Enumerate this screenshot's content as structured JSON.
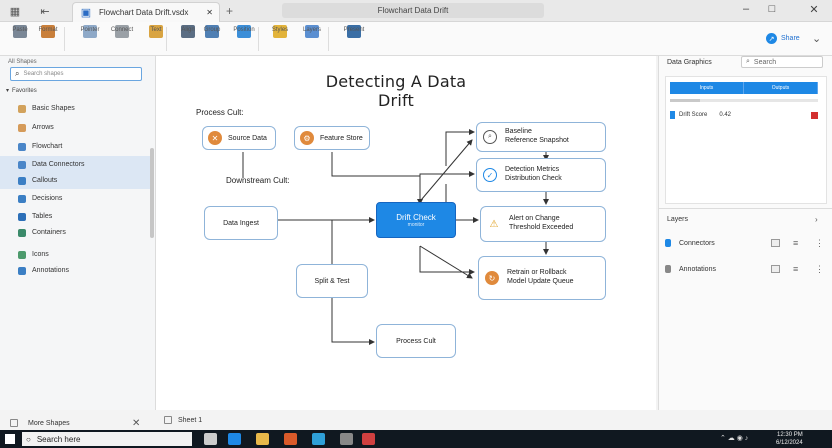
{
  "window": {
    "tab_title": "Flowchart Data Drift.vsdx",
    "center_text": "Flowchart Data Drift",
    "controls": [
      "–",
      "□",
      "✕"
    ]
  },
  "ribbon": {
    "buttons": [
      {
        "label": "Paste",
        "color": "#7a8796"
      },
      {
        "label": "Format",
        "color": "#c97f3a"
      },
      {
        "label": "Pointer",
        "color": "#8ea9c8"
      },
      {
        "label": "Connect",
        "color": "#9aa0a6"
      },
      {
        "label": "Text",
        "color": "#d9a441"
      },
      {
        "label": "Align",
        "color": "#5a6d83"
      },
      {
        "label": "Group",
        "color": "#4f7fb3"
      },
      {
        "label": "Position",
        "color": "#3b8ed8"
      },
      {
        "label": "Styles",
        "color": "#e2b33a"
      },
      {
        "label": "Layers",
        "color": "#5b8fd1"
      },
      {
        "label": "Present",
        "color": "#3a6ea5"
      }
    ],
    "share_label": "Share",
    "more_icon": "chevron-down-icon"
  },
  "sidebar": {
    "header": "All Shapes",
    "search_placeholder": "Search shapes",
    "section": "Favorites",
    "items": [
      {
        "label": "Basic Shapes",
        "color": "#d2a25c",
        "selected": false
      },
      {
        "label": "Arrows",
        "color": "#d59b5a",
        "selected": false
      },
      {
        "label": "Flowchart",
        "color": "#4a86c8",
        "selected": false
      },
      {
        "label": "Data Connectors",
        "color": "#4a86c8",
        "selected": true
      },
      {
        "label": "Callouts",
        "color": "#3b7fc4",
        "selected": true
      },
      {
        "label": "Decisions",
        "color": "#3b7fc4",
        "selected": false
      },
      {
        "label": "Tables",
        "color": "#2c6fb8",
        "selected": false
      },
      {
        "label": "Containers",
        "color": "#3a8a6a",
        "selected": false
      },
      {
        "label": "Icons",
        "color": "#4c9a6c",
        "selected": false
      },
      {
        "label": "Annotations",
        "color": "#3b7fc4",
        "selected": false
      }
    ],
    "footer_label": "More Shapes",
    "footer_close": "✕"
  },
  "canvas": {
    "title": "Detecting A Data Drift",
    "label_top": "Process Cult:",
    "label_mid": "Downstream Cult:",
    "nodes": {
      "source": {
        "text": "Source Data",
        "icon": "warning-icon",
        "icon_color": "#e08a3c"
      },
      "feature": {
        "text": "Feature Store",
        "icon": "gear-icon",
        "icon_color": "#e08a3c"
      },
      "ingest": {
        "text": "Data Ingest",
        "icon": null
      },
      "hub_title": "Drift Check",
      "hub_sub": "monitor",
      "split": {
        "text": "Split & Test",
        "icon": null
      },
      "process": {
        "text": "Process Cult",
        "icon": null
      },
      "r1": {
        "line1": "Baseline",
        "line2": "Reference Snapshot",
        "icon": "search-icon",
        "icon_color": "#555"
      },
      "r2": {
        "line1": "Detection Metrics",
        "line2": "Distribution Check",
        "icon": "check-icon",
        "icon_color": "#1e88e5"
      },
      "r3": {
        "line1": "Alert on Change",
        "line2": "Threshold Exceeded",
        "icon": "warning-icon",
        "icon_color": "#e0a020"
      },
      "r4": {
        "line1": "Retrain or Rollback",
        "line2": "Model Update Queue",
        "icon": "refresh-icon",
        "icon_color": "#e08a3c"
      }
    },
    "footer_label": "Sheet 1"
  },
  "right_panel": {
    "title": "Data Graphics",
    "search_placeholder": "Search",
    "tabs": [
      "Inputs",
      "Outputs"
    ],
    "row_label": "Drift Score",
    "row_value": "0.42",
    "section2_title": "Layers",
    "section2_arrow": "›",
    "layers": [
      {
        "label": "Connectors",
        "color": "#1e88e5"
      },
      {
        "label": "Annotations",
        "color": "#888888"
      }
    ]
  },
  "taskbar": {
    "search_text": "Search here",
    "apps": [
      {
        "name": "task-view",
        "color": "#cccccc"
      },
      {
        "name": "windows",
        "color": "#1e88e5"
      },
      {
        "name": "file-explorer",
        "color": "#e8b84a"
      },
      {
        "name": "browser",
        "color": "#d95a2a"
      },
      {
        "name": "edge",
        "color": "#2fa0d8"
      },
      {
        "name": "store",
        "color": "#888888"
      },
      {
        "name": "mail",
        "color": "#d04040"
      }
    ],
    "time": "12:30 PM",
    "date": "6/12/2024"
  }
}
